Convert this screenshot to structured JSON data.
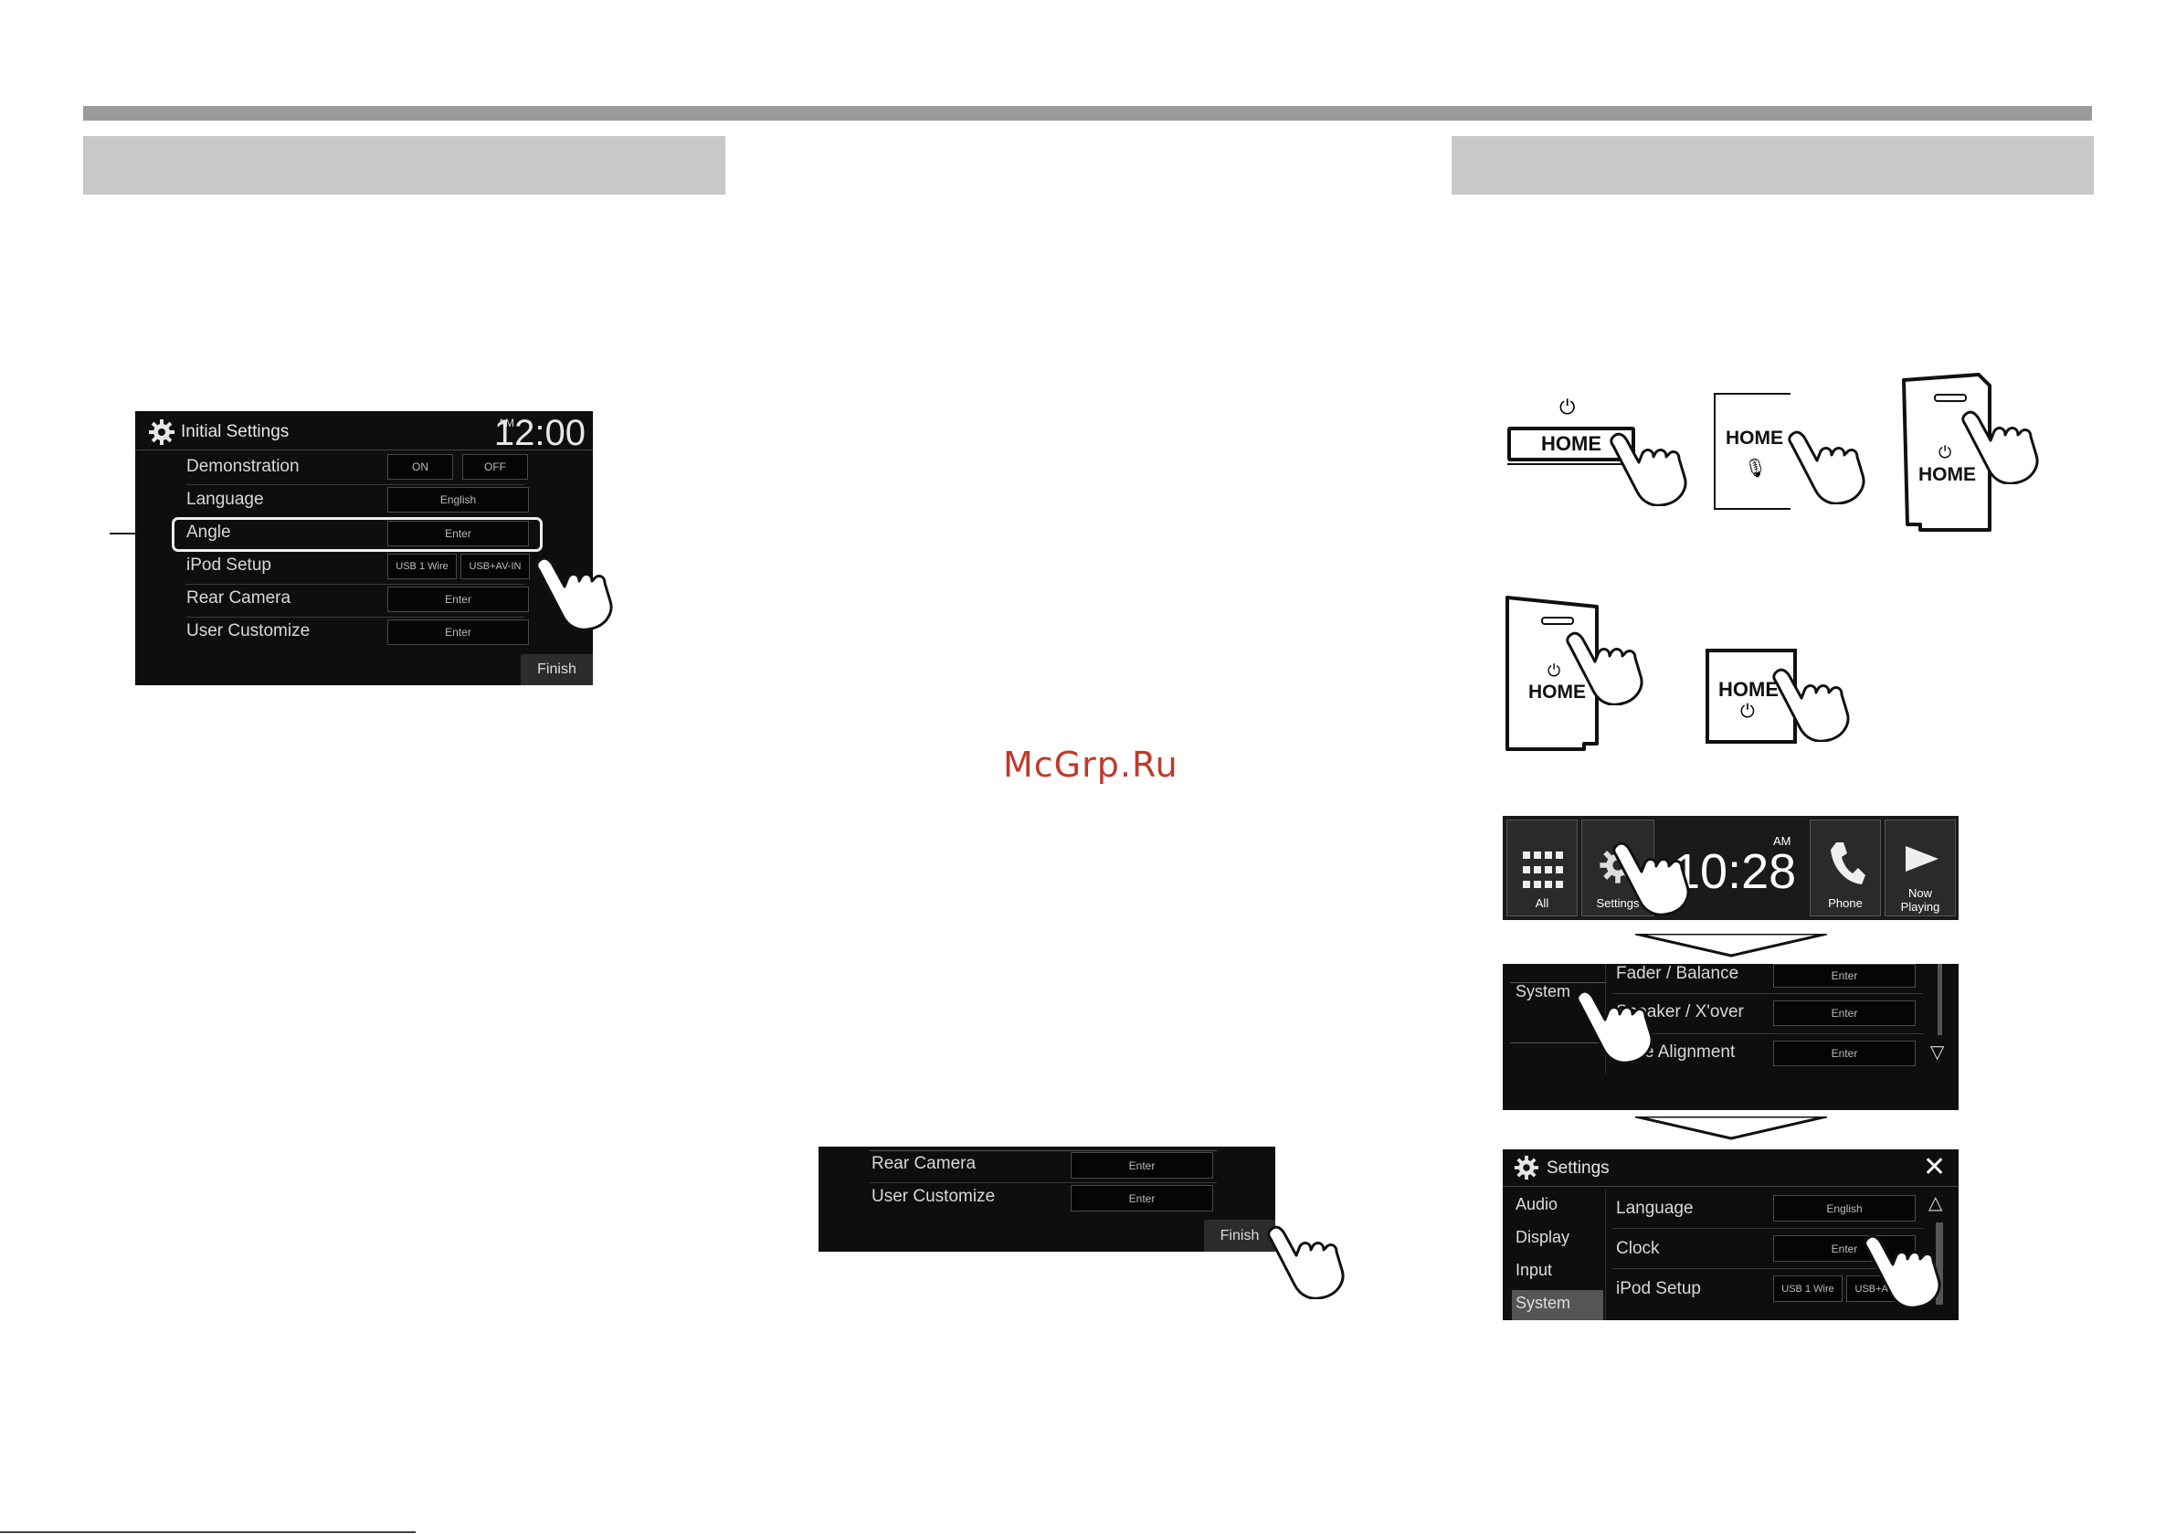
{
  "watermark": "McGrp.Ru",
  "initial_settings": {
    "title": "Initial Settings",
    "ampm": "AM",
    "clock": "12:00",
    "rows": [
      {
        "label": "Demonstration",
        "buttons": [
          "ON",
          "OFF"
        ]
      },
      {
        "label": "Language",
        "buttons": [
          "English"
        ]
      },
      {
        "label": "Angle",
        "buttons": [
          "Enter"
        ]
      },
      {
        "label": "iPod Setup",
        "buttons": [
          "USB 1 Wire",
          "USB+AV-IN"
        ]
      },
      {
        "label": "Rear Camera",
        "buttons": [
          "Enter"
        ]
      },
      {
        "label": "User Customize",
        "buttons": [
          "Enter"
        ]
      }
    ],
    "finish": "Finish"
  },
  "finish_detail": {
    "rows": [
      {
        "label": "Rear Camera",
        "button": "Enter"
      },
      {
        "label": "User Customize",
        "button": "Enter"
      }
    ],
    "finish": "Finish"
  },
  "home_buttons": {
    "label": "HOME"
  },
  "menu_bar": {
    "all": "All",
    "settings": "Settings",
    "ampm": "AM",
    "clock": "10:28",
    "phone": "Phone",
    "now_playing_line1": "Now",
    "now_playing_line2": "Playing"
  },
  "system_screen": {
    "side": [
      "System"
    ],
    "rows": [
      {
        "label": "Fader / Balance",
        "button": "Enter"
      },
      {
        "label": "Speaker / X'over",
        "button": "Enter"
      },
      {
        "label": "Time Alignment",
        "button": "Enter"
      }
    ]
  },
  "settings_screen": {
    "title": "Settings",
    "close": "✕",
    "side": [
      "Audio",
      "Display",
      "Input",
      "System"
    ],
    "rows": [
      {
        "label": "Language",
        "buttons": [
          "English"
        ]
      },
      {
        "label": "Clock",
        "buttons": [
          "Enter"
        ]
      },
      {
        "label": "iPod Setup",
        "buttons": [
          "USB 1 Wire",
          "USB+AV-IN"
        ]
      }
    ]
  }
}
